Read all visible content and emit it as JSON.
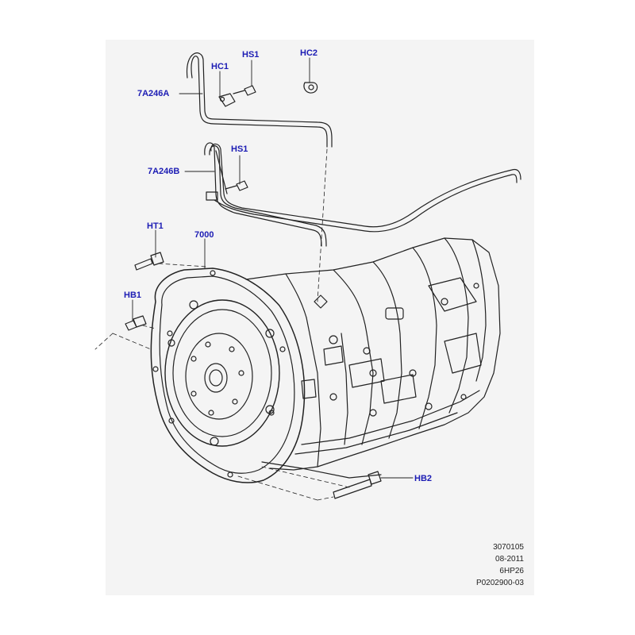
{
  "callouts": {
    "a7a246a": "7A246A",
    "a7a246b": "7A246B",
    "hc1": "HC1",
    "hs1_top": "HS1",
    "hc2": "HC2",
    "hs1_mid": "HS1",
    "ht1": "HT1",
    "p7000": "7000",
    "hb1": "HB1",
    "hb2": "HB2"
  },
  "meta": {
    "line1": "3070105",
    "line2": "08-2011",
    "line3": "6HP26",
    "line4": "P0202900-03"
  },
  "colors": {
    "callout": "#1c1cb4",
    "panel": "#f4f4f4",
    "ink": "#222222"
  }
}
